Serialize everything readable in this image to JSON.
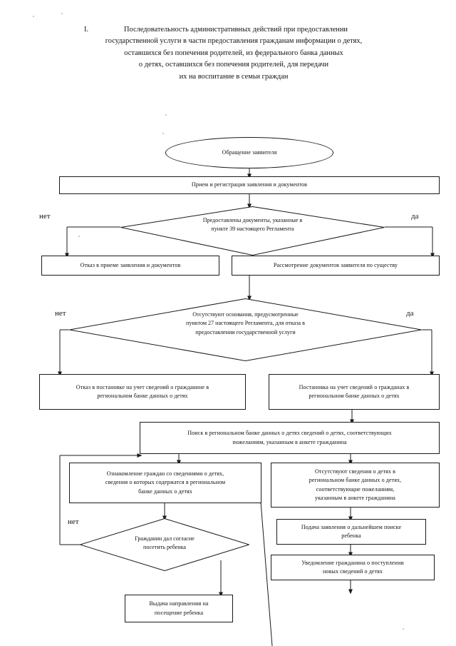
{
  "document": {
    "title_number": "I.",
    "title_lines": [
      "Последовательность административных действий при предоставлении",
      "государственной услуги в части предоставления гражданам информации о детях,",
      "оставшихся без попечения родителей, из федерального банка данных",
      "о детях, оставшихся без попечения родителей, для передачи",
      "их на воспитание в семьи граждан"
    ]
  },
  "flowchart": {
    "type": "flowchart",
    "nodes": {
      "start": {
        "shape": "ellipse",
        "label": "Обращение заявителя"
      },
      "intake": {
        "shape": "process",
        "label": "Прием и регистрация заявления и документов"
      },
      "decision_docs": {
        "shape": "decision",
        "label_lines": [
          "Предоставлены документы, указанные в",
          "пункте 39 настоящего Регламента"
        ]
      },
      "refuse_intake": {
        "shape": "process",
        "label": "Отказ в приеме заявления и документов"
      },
      "review_docs": {
        "shape": "process",
        "label": "Рассмотрение документов заявителя по существу"
      },
      "decision_grounds": {
        "shape": "decision",
        "label_lines": [
          "Отсутствуют основания, предусмотренные",
          "пунктом 27 настоящего Регламента, для отказа в",
          "предоставлении государственной услуги"
        ]
      },
      "refuse_registration": {
        "shape": "process",
        "label_lines": [
          "Отказ в постановке на учет сведений о гражданине в",
          "региональном банке данных о детях"
        ]
      },
      "register": {
        "shape": "process",
        "label_lines": [
          "Постановка на учет сведений о гражданах в",
          "региональном банке данных о детях"
        ]
      },
      "search": {
        "shape": "process",
        "label_lines": [
          "Поиск в региональном банке данных о детях сведений о детях, соответствующих",
          "пожеланиям, указанным в анкете гражданина"
        ]
      },
      "familiarize": {
        "shape": "process",
        "label_lines": [
          "Ознакомление граждан со сведениями о детях,",
          "сведения о которых содержатся в региональном",
          "банке данных о детях"
        ]
      },
      "no_data": {
        "shape": "process",
        "label_lines": [
          "Отсутствуют сведения о детях в",
          "региональном банке данных о детях,",
          "соответствующие пожеланиям,",
          "указанным в анкете гражданина"
        ]
      },
      "further_search": {
        "shape": "process",
        "label_lines": [
          "Подача заявления о дальнейшем поиске",
          "ребенка"
        ]
      },
      "notify": {
        "shape": "process",
        "label_lines": [
          "Уведомление гражданина о поступлении",
          "новых сведений о детях"
        ]
      },
      "decision_consent": {
        "shape": "decision",
        "label_lines": [
          "Гражданин дал согласие",
          "посетить ребенка"
        ]
      },
      "referral": {
        "shape": "process",
        "label_lines": [
          "Выдача направления на",
          "посещение ребенка"
        ]
      }
    },
    "branch_labels": {
      "docs_no": "нет",
      "docs_yes": "да",
      "grounds_no": "нет",
      "grounds_yes": "да",
      "consent_no": "нет"
    },
    "colors": {
      "stroke": "#1a1a1a",
      "text": "#121212",
      "background": "#ffffff"
    }
  }
}
